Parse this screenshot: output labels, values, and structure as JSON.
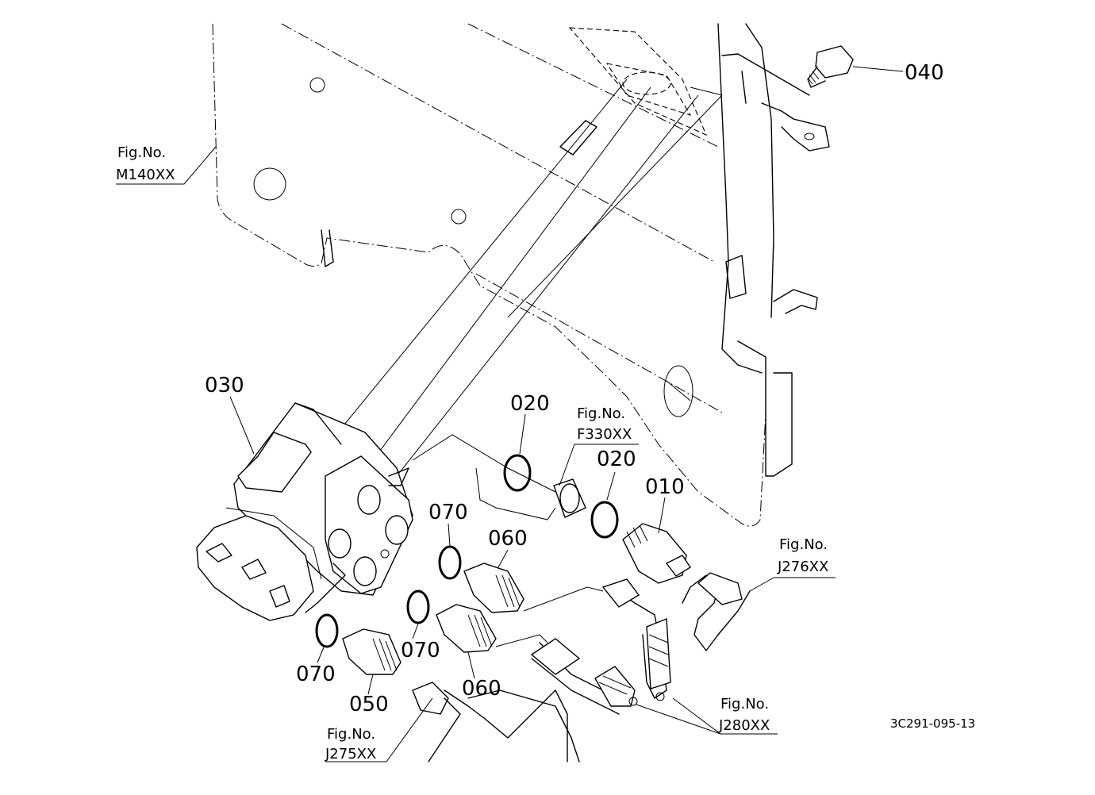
{
  "callouts": {
    "p010": "010",
    "p020a": "020",
    "p020b": "020",
    "p030": "030",
    "p040": "040",
    "p050": "050",
    "p060a": "060",
    "p060b": "060",
    "p070a": "070",
    "p070b": "070",
    "p070c": "070"
  },
  "fig_refs": {
    "m140": {
      "line1": "Fig.No.",
      "line2": "M140XX"
    },
    "f330": {
      "line1": "Fig.No.",
      "line2": "F330XX"
    },
    "j276": {
      "line1": "Fig.No.",
      "line2": "J276XX"
    },
    "j280": {
      "line1": "Fig.No.",
      "line2": "J280XX"
    },
    "j275": {
      "line1": "Fig.No.",
      "line2": "J275XX"
    }
  },
  "drawing_code": "3C291-095-13"
}
